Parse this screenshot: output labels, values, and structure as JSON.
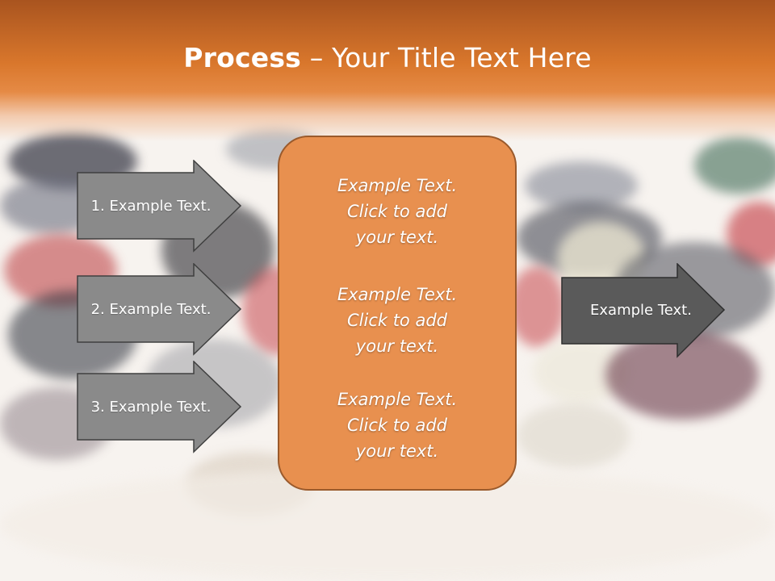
{
  "title": {
    "bold": "Process",
    "rest": " – Your Title Text Here"
  },
  "left_arrows": [
    {
      "label": "1. Example Text."
    },
    {
      "label": "2. Example Text."
    },
    {
      "label": "3. Example Text."
    }
  ],
  "center_panel": {
    "blocks": [
      {
        "line1": "Example Text.",
        "line2": "Click  to add",
        "line3": "your text."
      },
      {
        "line1": "Example Text.",
        "line2": "Click  to add",
        "line3": "your text."
      },
      {
        "line1": "Example Text.",
        "line2": "Click  to add",
        "line3": "your text."
      }
    ]
  },
  "right_arrow": {
    "label": "Example Text."
  },
  "colors": {
    "header": "#d9772c",
    "panel_fill": "#e8904f",
    "panel_border": "#9a5a2c",
    "left_arrow_fill": "#8a8a8a",
    "right_arrow_fill": "#5a5a5a"
  }
}
